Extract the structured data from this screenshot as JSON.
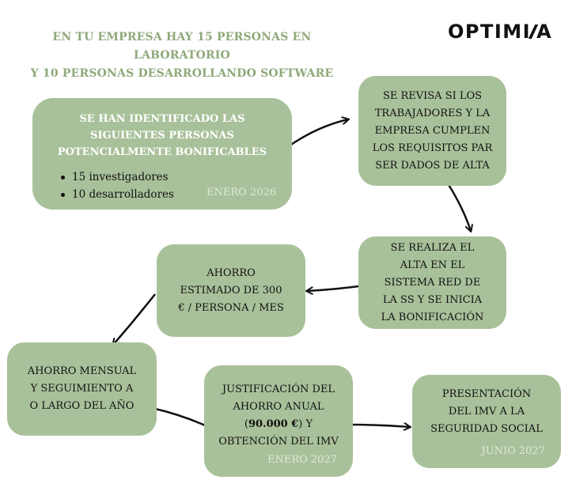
{
  "title": {
    "line1": "EN TU EMPRESA HAY 15 PERSONAS EN LABORATORIO",
    "line2": "Y 10 PERSONAS DESARROLLANDO SOFTWARE"
  },
  "logo": {
    "left": "OPTIMI",
    "right": "A"
  },
  "colors": {
    "box": "#a9c19a",
    "title": "#8fa87a",
    "date": "#dfe9d6"
  },
  "steps": {
    "identified": {
      "heading": "SE HAN IDENTIFICADO LAS\nSIGUIENTES PERSONAS\nPOTENCIALMENTE BONIFICABLES",
      "items": [
        "15 investigadores",
        "10 desarrolladores"
      ],
      "date": "ENERO 2026"
    },
    "review": {
      "text": "SE REVISA SI LOS\nTRABAJADORES Y LA\nEMPRESA CUMPLEN\nLOS REQUISITOS PAR\nSER DADOS DE ALTA"
    },
    "registration": {
      "text": "SE REALIZA EL\nALTA EN EL\nSISTEMA RED DE\nLA SS Y SE INICIA\nLA BONIFICACIÓN"
    },
    "savings": {
      "text": "AHORRO\nESTIMADO DE 300\n€ / PERSONA / MES"
    },
    "monitoring": {
      "text": "AHORRO MENSUAL\nY SEGUIMIENTO A\nO LARGO DEL AÑO"
    },
    "justification": {
      "text_before": "JUSTIFICACIÓN DEL\nAHORRO ANUAL\n(",
      "amount": "90.000 €",
      "text_after": ") Y\nOBTENCIÓN DEL IMV",
      "date": "ENERO 2027"
    },
    "presentation": {
      "text": "PRESENTACIÓN\nDEL IMV A LA\nSEGURIDAD SOCIAL",
      "date": "JUNIO 2027"
    }
  }
}
